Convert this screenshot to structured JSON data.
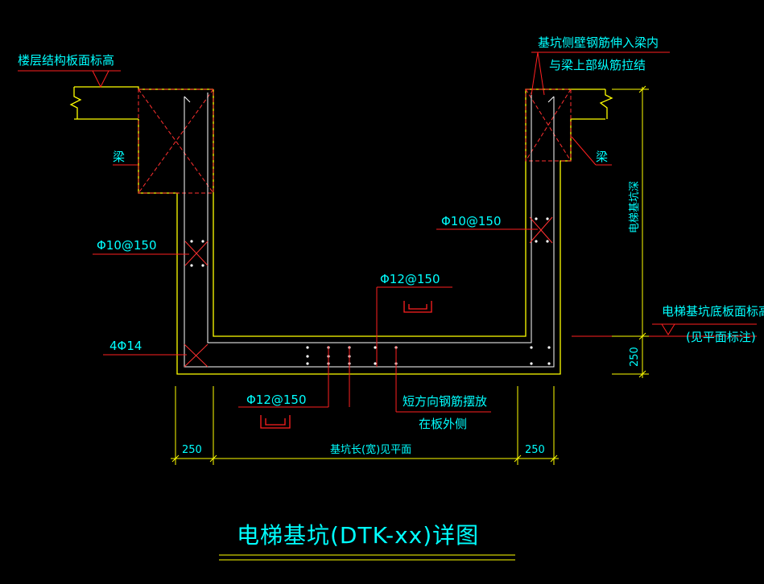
{
  "labels": {
    "floor_level": "楼层结构板面标高",
    "beam_left": "梁",
    "beam_right": "梁",
    "rebar_note_line1": "基坑侧壁钢筋伸入梁内",
    "rebar_note_line2": "与梁上部纵筋拉结",
    "pit_depth": "电梯基坑深",
    "wall_bar_left": "Φ10@150",
    "wall_bar_right": "Φ10@150",
    "slab_top_bar": "Φ12@150",
    "slab_bottom_bar": "Φ12@150",
    "corner_bars": "4Φ14",
    "bottom_level_line1": "电梯基坑底板面标高",
    "bottom_level_line2": "(见平面标注)",
    "short_bar_line1": "短方向钢筋摆放",
    "short_bar_line2": "在板外侧",
    "dim_slab_thk": "250",
    "dim_left": "250",
    "dim_right": "250",
    "dim_width": "基坑长(宽)见平面",
    "title": "电梯基坑(DTK-xx)详图"
  },
  "colors": {
    "background": "#000000",
    "structure": "#FFFF00",
    "leader": "#FF0000",
    "text": "#00FFFF",
    "rebar": "#FFFFFF"
  }
}
